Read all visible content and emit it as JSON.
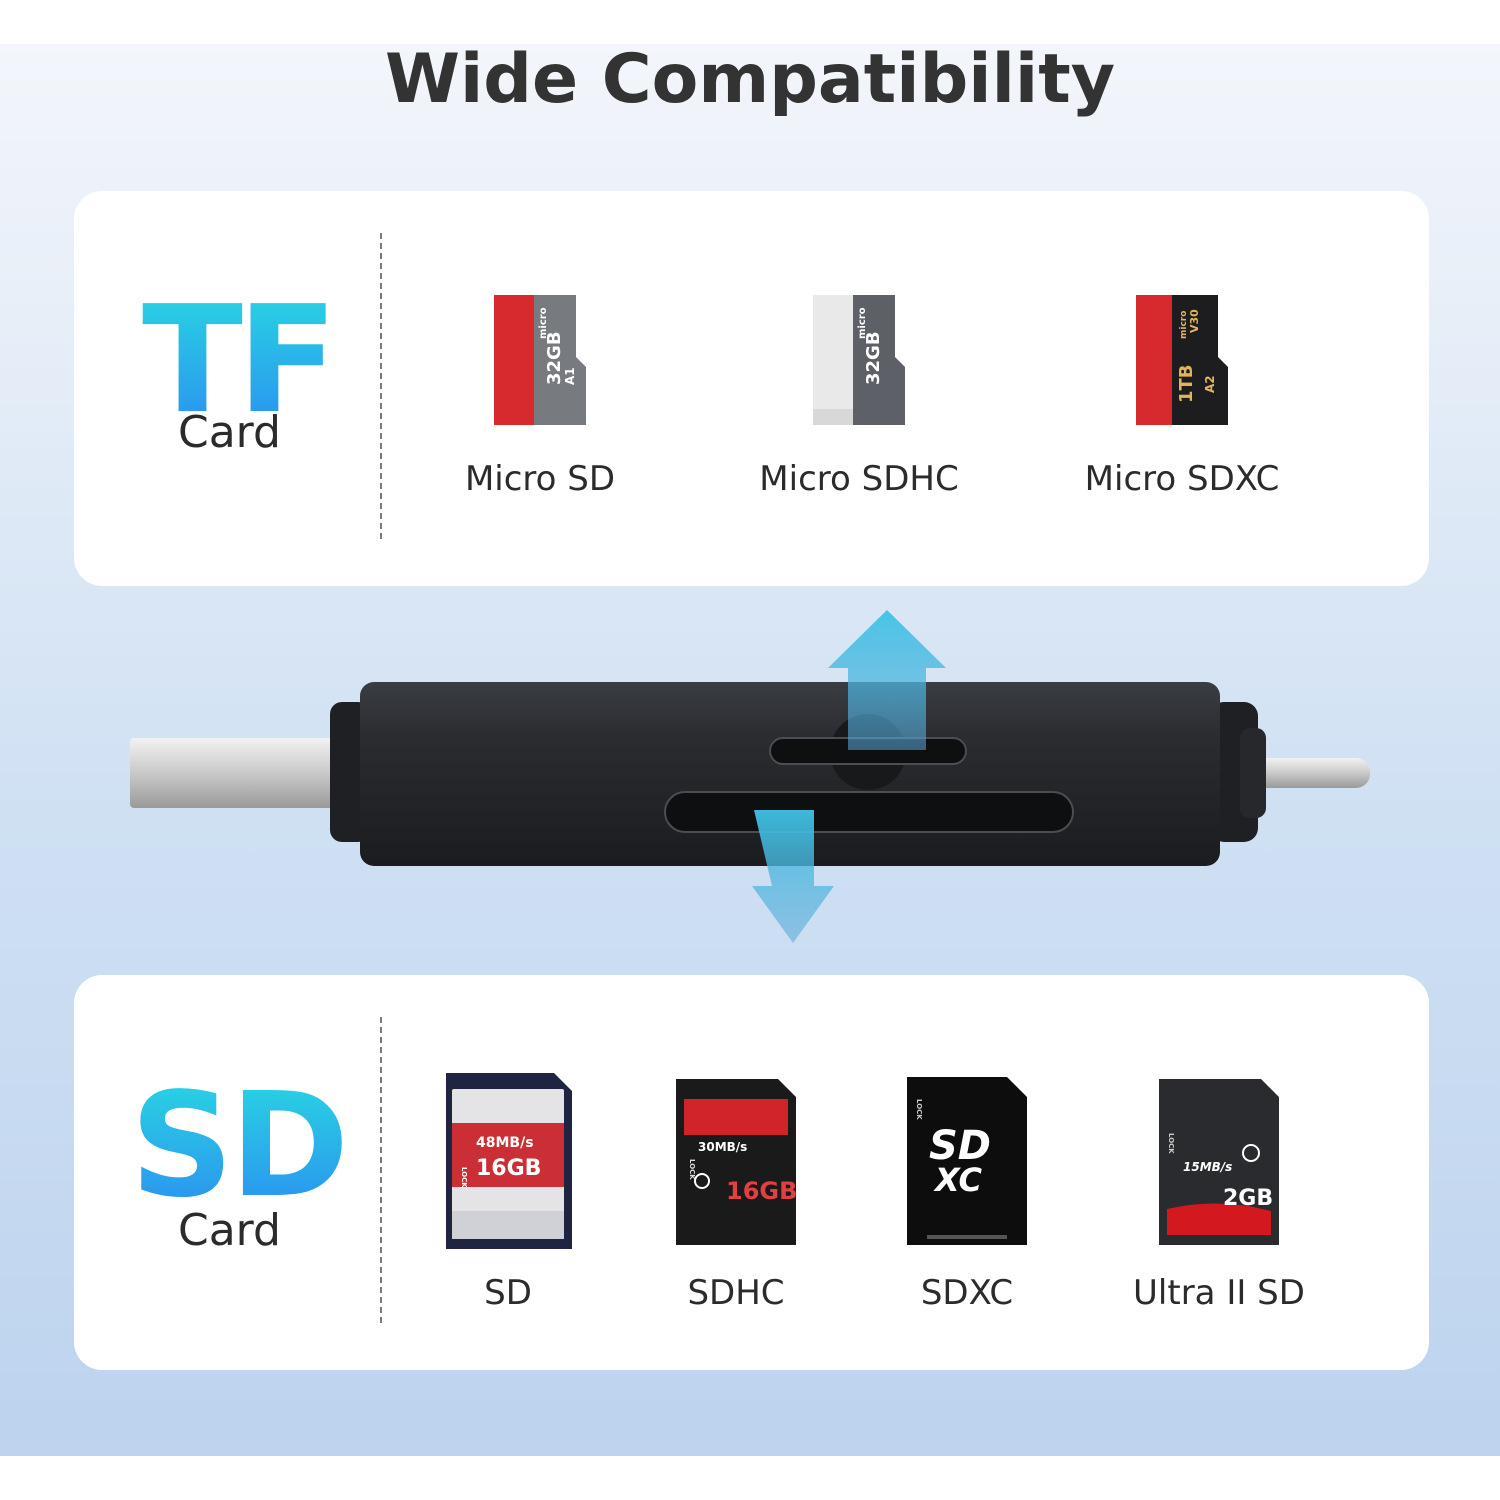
{
  "title": "Wide Compatibility",
  "tf_panel": {
    "heading": "TF",
    "subheading": "Card",
    "items": [
      {
        "label": "Micro SD",
        "card_text": [
          "32GB",
          "micro",
          "A1"
        ]
      },
      {
        "label": "Micro SDHC",
        "card_text": [
          "32GB",
          "micro"
        ]
      },
      {
        "label": "Micro SDXC",
        "card_text": [
          "1TB",
          "micro",
          "V30",
          "A2"
        ]
      }
    ]
  },
  "sd_panel": {
    "heading": "SD",
    "subheading": "Card",
    "items": [
      {
        "label": "SD",
        "card_text": [
          "48MB/s",
          "16GB",
          "LOCK"
        ]
      },
      {
        "label": "SDHC",
        "card_text": [
          "30MB/s",
          "16GB",
          "LOCK"
        ]
      },
      {
        "label": "SDXC",
        "card_text": [
          "SD",
          "XC",
          "LOCK"
        ]
      },
      {
        "label": "Ultra II SD",
        "card_text": [
          "15MB/s",
          "2GB",
          "LOCK"
        ]
      }
    ]
  },
  "colors": {
    "accent_top": "#29d6e2",
    "accent_bottom": "#2a90f0",
    "arrow": "#4fb8e0"
  }
}
